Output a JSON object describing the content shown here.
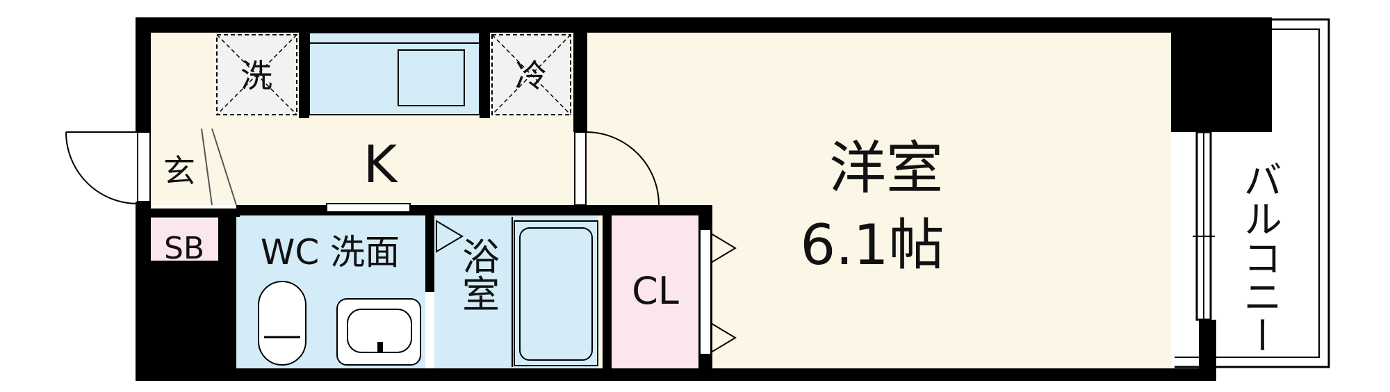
{
  "rooms": {
    "western_room": {
      "name": "洋室",
      "size": "6.1帖"
    },
    "kitchen": "K",
    "entrance": "玄",
    "shoe_box": "SB",
    "wc_washroom": "WC 洗面",
    "bath": "浴室",
    "closet": "CL",
    "balcony": "バルコニー",
    "washer_space": "洗",
    "fridge_space": "冷"
  },
  "colors": {
    "western_room": "#fbf6e6",
    "kitchen": "#fbf6e6",
    "wet_area": "#d3ecf8",
    "closet": "#fbe6ee",
    "shoe_box": "#fbe6ee",
    "walls": "#000000"
  }
}
